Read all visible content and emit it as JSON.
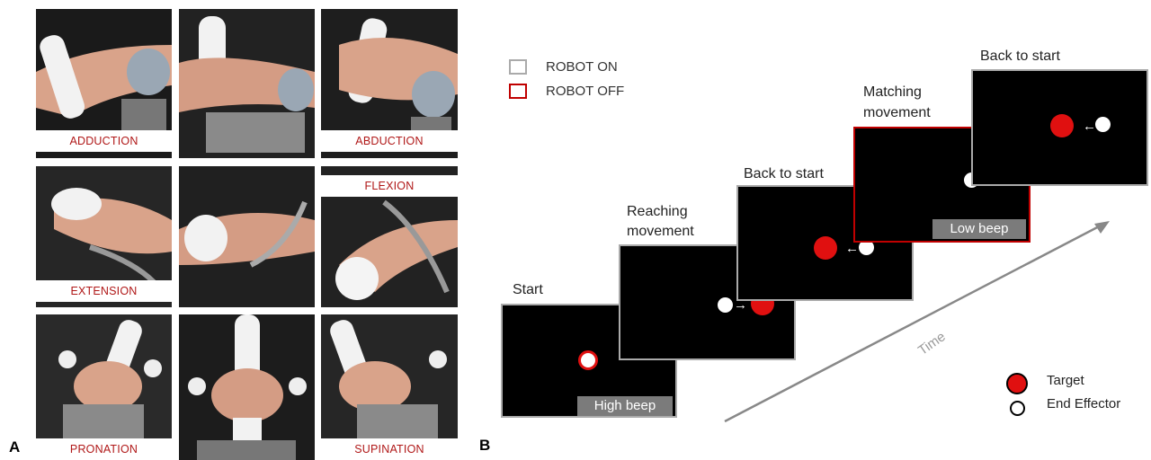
{
  "panel_a": {
    "letter": "A",
    "photos": [
      {
        "label": "ADDUCTION"
      },
      {
        "label": ""
      },
      {
        "label": "ABDUCTION"
      },
      {
        "label": "EXTENSION"
      },
      {
        "label": ""
      },
      {
        "label": "FLEXION"
      },
      {
        "label": "PRONATION"
      },
      {
        "label": ""
      },
      {
        "label": "SUPINATION"
      }
    ]
  },
  "panel_b": {
    "letter": "B",
    "legend": {
      "robot_on": "ROBOT ON",
      "robot_off": "ROBOT OFF",
      "robot_on_color": "#aaaaaa",
      "robot_off_color": "#c00000"
    },
    "screens": {
      "start": {
        "title": "Start",
        "beep": "High beep"
      },
      "reaching": {
        "title_line1": "Reaching",
        "title_line2": "movement"
      },
      "back1": {
        "title": "Back to start"
      },
      "matching": {
        "title_line1": "Matching",
        "title_line2": "movement",
        "beep": "Low beep"
      },
      "back2": {
        "title": "Back to start"
      }
    },
    "time_label": "Time",
    "key": {
      "target": "Target",
      "end_effector": "End Effector",
      "target_color": "#e01010"
    }
  }
}
